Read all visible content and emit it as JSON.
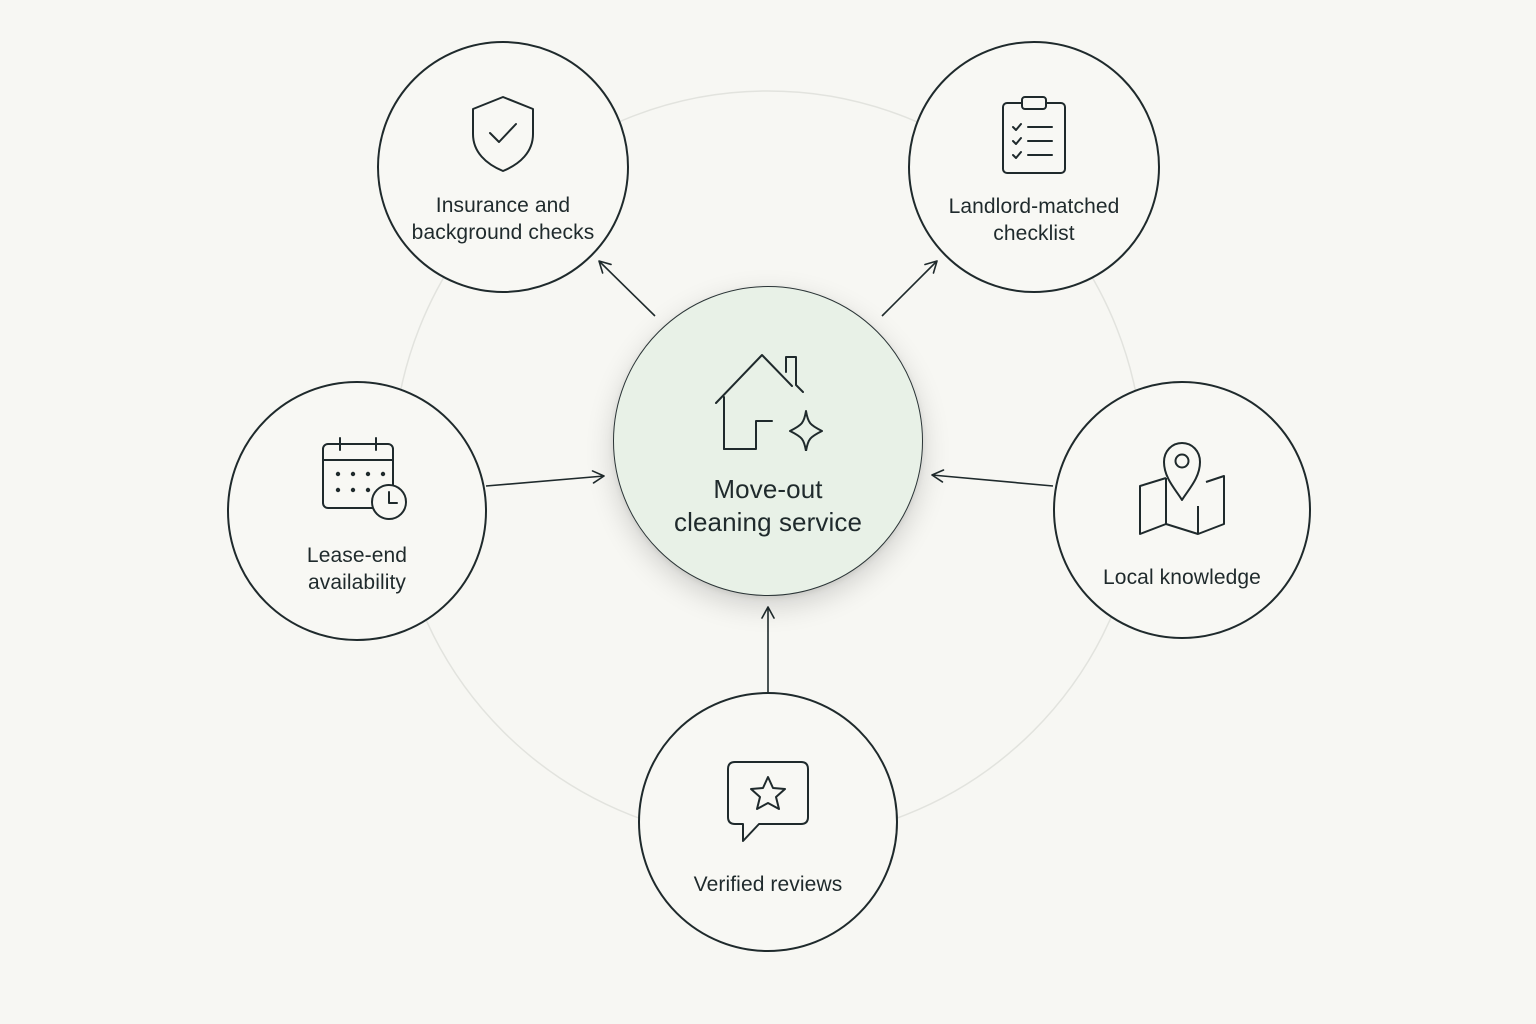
{
  "colors": {
    "background": "#f7f7f3",
    "stroke": "#1f2a2c",
    "center_fill": "#e8f1e7",
    "ring": "#e2e3de"
  },
  "center": {
    "label": "Move-out\ncleaning service",
    "icon": "house-sparkle-icon"
  },
  "nodes": {
    "insurance": {
      "label": "Insurance and\nbackground checks",
      "icon": "shield-check-icon"
    },
    "checklist": {
      "label": "Landlord-matched\nchecklist",
      "icon": "clipboard-checklist-icon"
    },
    "availability": {
      "label": "Lease-end\navailability",
      "icon": "calendar-clock-icon"
    },
    "local": {
      "label": "Local knowledge",
      "icon": "map-pin-icon"
    },
    "reviews": {
      "label": "Verified reviews",
      "icon": "star-chat-icon"
    }
  },
  "links": [
    {
      "from": "center",
      "to": "insurance"
    },
    {
      "from": "center",
      "to": "checklist"
    },
    {
      "from": "availability",
      "to": "center"
    },
    {
      "from": "local",
      "to": "center"
    },
    {
      "from": "reviews",
      "to": "center"
    }
  ]
}
